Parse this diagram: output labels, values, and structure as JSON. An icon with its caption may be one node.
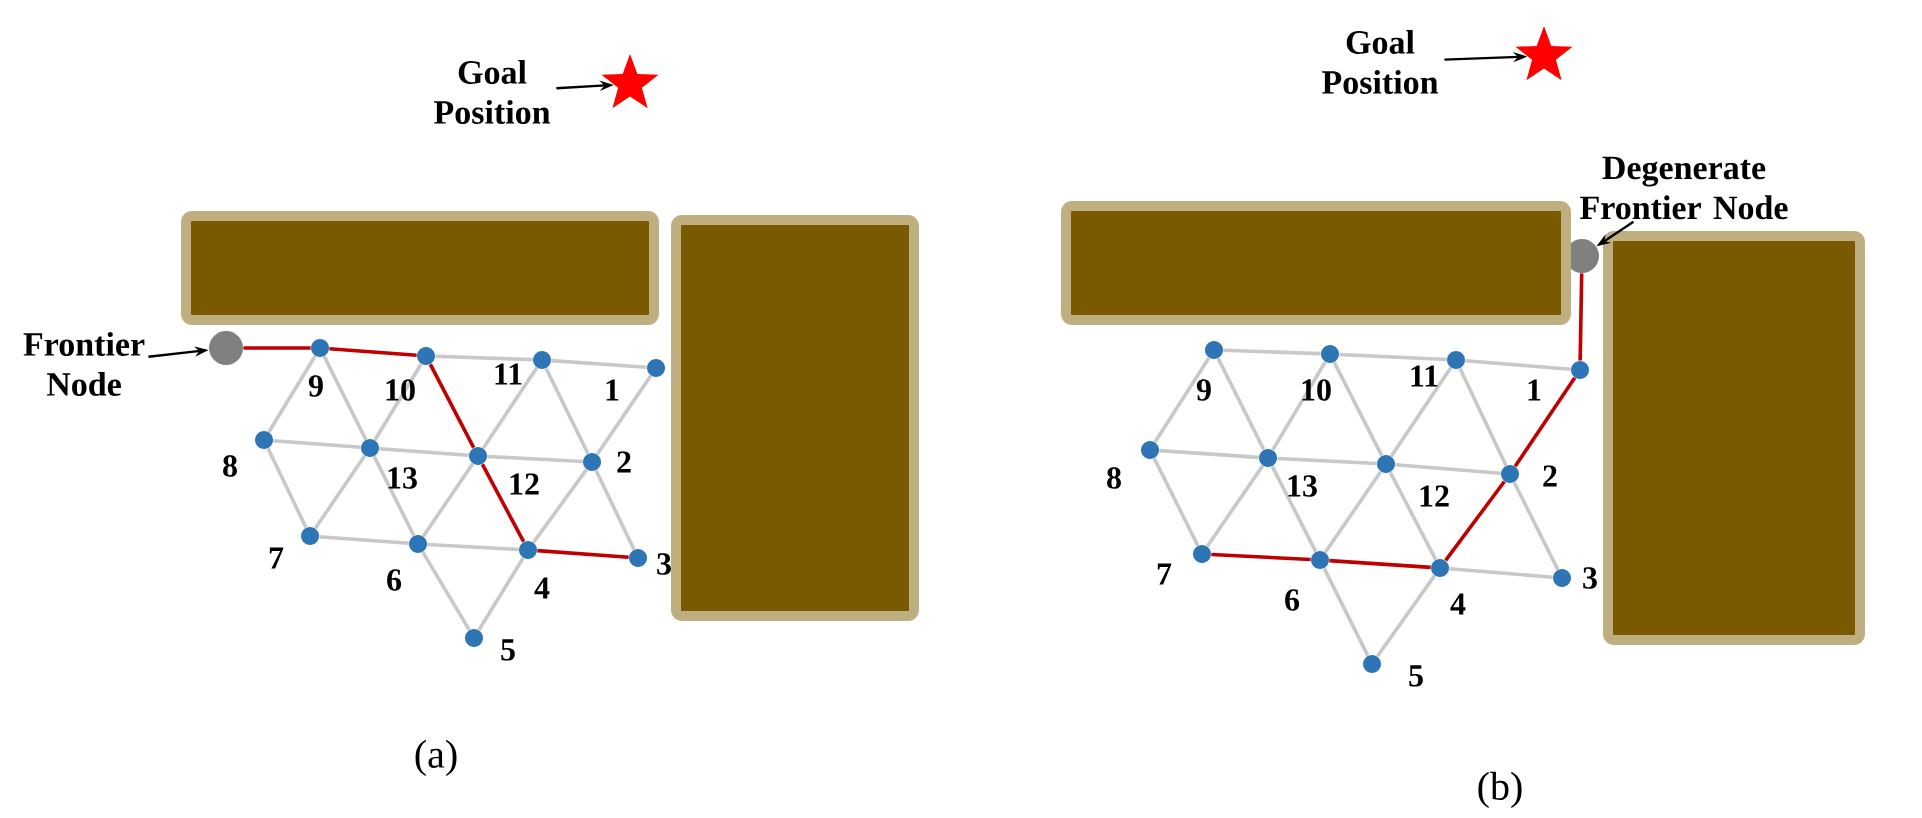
{
  "diagram": {
    "nodes": [
      {
        "text": [
          "Goal Position"
        ]
      },
      {
        "text": [],
        "shape": "star"
      },
      {
        "text": [
          "Frontier Node"
        ]
      },
      {
        "text": [],
        "shape": "circle"
      },
      {
        "text": [],
        "shape": "circle",
        "beside": [
          "9"
        ]
      },
      {
        "text": [],
        "shape": "circle",
        "beside": [
          "10"
        ]
      },
      {
        "text": [],
        "shape": "circle",
        "beside": [
          "11"
        ]
      },
      {
        "text": [],
        "shape": "circle",
        "beside": [
          "1"
        ]
      },
      {
        "text": [],
        "shape": "circle",
        "beside": [
          "8"
        ]
      },
      {
        "text": [],
        "shape": "circle",
        "beside": [
          "13"
        ]
      },
      {
        "text": [],
        "shape": "circle",
        "beside": [
          "12"
        ]
      },
      {
        "text": [],
        "shape": "circle",
        "beside": [
          "2"
        ]
      },
      {
        "text": [],
        "shape": "circle",
        "beside": [
          "7"
        ]
      },
      {
        "text": [],
        "shape": "circle",
        "beside": [
          "6"
        ]
      },
      {
        "text": [],
        "shape": "circle",
        "beside": [
          "4"
        ]
      },
      {
        "text": [],
        "shape": "circle",
        "beside": [
          "3"
        ]
      },
      {
        "text": [],
        "shape": "circle",
        "beside": [
          "5"
        ]
      },
      {
        "text": [
          "Goal Position"
        ]
      },
      {
        "text": [],
        "shape": "star"
      },
      {
        "text": [
          "Degenerate Frontier Node"
        ]
      },
      {
        "text": [],
        "shape": "circle"
      },
      {
        "text": [],
        "shape": "circle",
        "beside": [
          "9"
        ]
      },
      {
        "text": [],
        "shape": "circle",
        "beside": [
          "10"
        ]
      },
      {
        "text": [],
        "shape": "circle",
        "beside": [
          "11"
        ]
      },
      {
        "text": [],
        "shape": "circle",
        "beside": [
          "1"
        ]
      },
      {
        "text": [],
        "shape": "circle",
        "beside": [
          "8"
        ]
      },
      {
        "text": [],
        "shape": "circle",
        "beside": [
          "13"
        ]
      },
      {
        "text": [],
        "shape": "circle",
        "beside": [
          "12"
        ]
      },
      {
        "text": [],
        "shape": "circle",
        "beside": [
          "2"
        ]
      },
      {
        "text": [],
        "shape": "circle",
        "beside": [
          "7"
        ]
      },
      {
        "text": [],
        "shape": "circle",
        "beside": [
          "6"
        ]
      },
      {
        "text": [],
        "shape": "circle",
        "beside": [
          "4"
        ]
      },
      {
        "text": [],
        "shape": "circle",
        "beside": [
          "3"
        ]
      },
      {
        "text": [],
        "shape": "circle",
        "beside": [
          "5"
        ]
      },
      {
        "text": [],
        "shape": "box"
      },
      {
        "text": [],
        "shape": "box"
      },
      {
        "text": [],
        "shape": "box"
      },
      {
        "text": [],
        "shape": "box"
      }
    ],
    "edges": [
      {
        "from": 0,
        "to": 1,
        "arrow": "to",
        "color": "#000000"
      },
      {
        "from": 2,
        "to": 3,
        "arrow": "to",
        "color": "#000000"
      },
      {
        "from": 3,
        "to": 4,
        "arrow": "none",
        "color": "#c00000"
      },
      {
        "from": 4,
        "to": 5,
        "arrow": "none",
        "color": "#c00000"
      },
      {
        "from": 5,
        "to": 6,
        "arrow": "none"
      },
      {
        "from": 6,
        "to": 7,
        "arrow": "none"
      },
      {
        "from": 8,
        "to": 9,
        "arrow": "none"
      },
      {
        "from": 9,
        "to": 10,
        "arrow": "none"
      },
      {
        "from": 10,
        "to": 11,
        "arrow": "none"
      },
      {
        "from": 12,
        "to": 13,
        "arrow": "none"
      },
      {
        "from": 13,
        "to": 14,
        "arrow": "none"
      },
      {
        "from": 14,
        "to": 15,
        "arrow": "none",
        "color": "#c00000"
      },
      {
        "from": 4,
        "to": 8,
        "arrow": "none"
      },
      {
        "from": 4,
        "to": 9,
        "arrow": "none"
      },
      {
        "from": 5,
        "to": 9,
        "arrow": "none"
      },
      {
        "from": 5,
        "to": 10,
        "arrow": "none",
        "color": "#c00000"
      },
      {
        "from": 6,
        "to": 10,
        "arrow": "none"
      },
      {
        "from": 6,
        "to": 11,
        "arrow": "none"
      },
      {
        "from": 7,
        "to": 11,
        "arrow": "none"
      },
      {
        "from": 8,
        "to": 12,
        "arrow": "none"
      },
      {
        "from": 9,
        "to": 12,
        "arrow": "none"
      },
      {
        "from": 9,
        "to": 13,
        "arrow": "none"
      },
      {
        "from": 10,
        "to": 13,
        "arrow": "none"
      },
      {
        "from": 10,
        "to": 14,
        "arrow": "none",
        "color": "#c00000"
      },
      {
        "from": 11,
        "to": 14,
        "arrow": "none"
      },
      {
        "from": 11,
        "to": 15,
        "arrow": "none"
      },
      {
        "from": 13,
        "to": 16,
        "arrow": "none"
      },
      {
        "from": 14,
        "to": 16,
        "arrow": "none"
      },
      {
        "from": 17,
        "to": 18,
        "arrow": "to",
        "color": "#000000"
      },
      {
        "from": 19,
        "to": 20,
        "arrow": "to",
        "color": "#000000"
      },
      {
        "from": 20,
        "to": 24,
        "arrow": "none",
        "color": "#c00000"
      },
      {
        "from": 21,
        "to": 22,
        "arrow": "none"
      },
      {
        "from": 22,
        "to": 23,
        "arrow": "none"
      },
      {
        "from": 23,
        "to": 24,
        "arrow": "none"
      },
      {
        "from": 25,
        "to": 26,
        "arrow": "none"
      },
      {
        "from": 26,
        "to": 27,
        "arrow": "none"
      },
      {
        "from": 27,
        "to": 28,
        "arrow": "none"
      },
      {
        "from": 29,
        "to": 30,
        "arrow": "none",
        "color": "#c00000"
      },
      {
        "from": 30,
        "to": 31,
        "arrow": "none",
        "color": "#c00000"
      },
      {
        "from": 31,
        "to": 32,
        "arrow": "none"
      },
      {
        "from": 21,
        "to": 25,
        "arrow": "none"
      },
      {
        "from": 21,
        "to": 26,
        "arrow": "none"
      },
      {
        "from": 22,
        "to": 26,
        "arrow": "none"
      },
      {
        "from": 22,
        "to": 27,
        "arrow": "none"
      },
      {
        "from": 23,
        "to": 27,
        "arrow": "none"
      },
      {
        "from": 23,
        "to": 28,
        "arrow": "none"
      },
      {
        "from": 24,
        "to": 28,
        "arrow": "none",
        "color": "#c00000"
      },
      {
        "from": 25,
        "to": 29,
        "arrow": "none"
      },
      {
        "from": 26,
        "to": 29,
        "arrow": "none"
      },
      {
        "from": 26,
        "to": 30,
        "arrow": "none"
      },
      {
        "from": 27,
        "to": 30,
        "arrow": "none"
      },
      {
        "from": 27,
        "to": 31,
        "arrow": "none"
      },
      {
        "from": 28,
        "to": 31,
        "arrow": "none",
        "color": "#c00000"
      },
      {
        "from": 28,
        "to": 32,
        "arrow": "none"
      },
      {
        "from": 30,
        "to": 33,
        "arrow": "none"
      },
      {
        "from": 31,
        "to": 33,
        "arrow": "none"
      }
    ],
    "labels": [
      "(a)",
      "(b)"
    ]
  }
}
